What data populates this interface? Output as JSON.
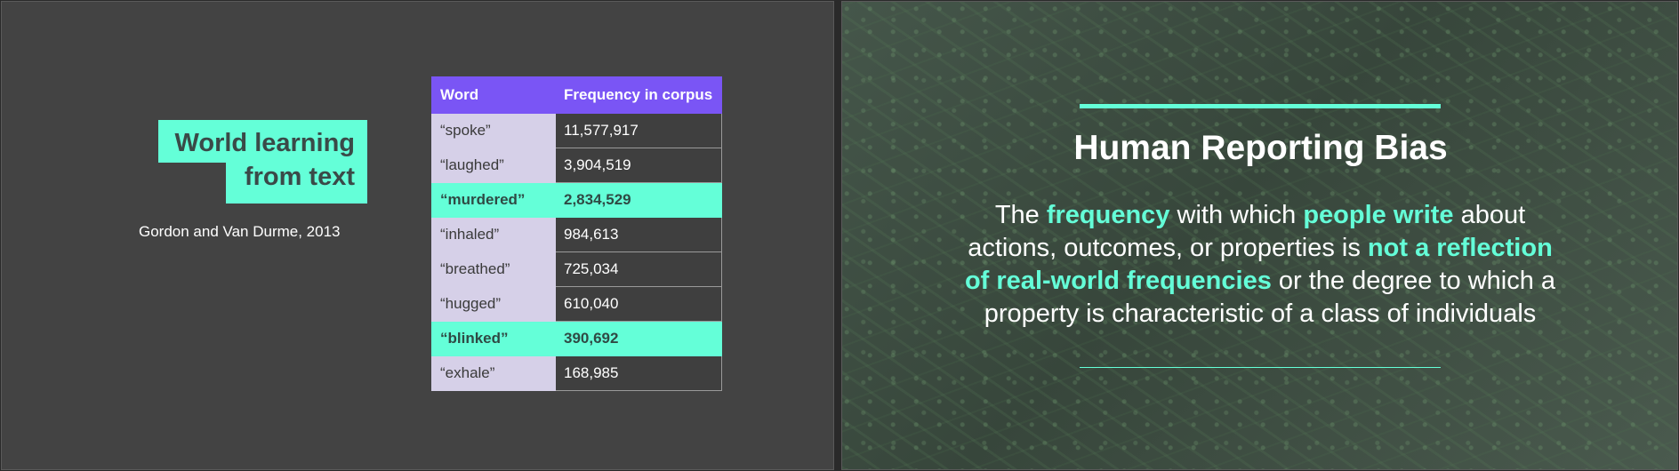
{
  "left_slide": {
    "title_line1": "World learning",
    "title_line2": "from text",
    "citation": "Gordon and Van Durme, 2013",
    "table": {
      "headers": [
        "Word",
        "Frequency in corpus"
      ],
      "rows": [
        {
          "word": "“spoke”",
          "freq": "11,577,917",
          "highlight": false
        },
        {
          "word": "“laughed”",
          "freq": "3,904,519",
          "highlight": false
        },
        {
          "word": "“murdered”",
          "freq": "2,834,529",
          "highlight": true
        },
        {
          "word": "“inhaled”",
          "freq": "984,613",
          "highlight": false
        },
        {
          "word": "“breathed”",
          "freq": "725,034",
          "highlight": false
        },
        {
          "word": "“hugged”",
          "freq": "610,040",
          "highlight": false
        },
        {
          "word": "“blinked”",
          "freq": "390,692",
          "highlight": true
        },
        {
          "word": "“exhale”",
          "freq": "168,985",
          "highlight": false
        }
      ]
    }
  },
  "right_slide": {
    "title": "Human Reporting Bias",
    "body": {
      "p1": "The ",
      "h1": "frequency",
      "p2": " with which ",
      "h2": "people write",
      "p3": " about actions, outcomes, or properties is ",
      "h3": "not a reflection of real-world frequencies",
      "p4": " or the degree to which a property is characteristic of a class of individuals"
    }
  },
  "colors": {
    "accent": "#64ffd8",
    "header_purple": "#7a55f5",
    "slide_bg": "#434343",
    "word_cell": "#d6d0e8"
  }
}
